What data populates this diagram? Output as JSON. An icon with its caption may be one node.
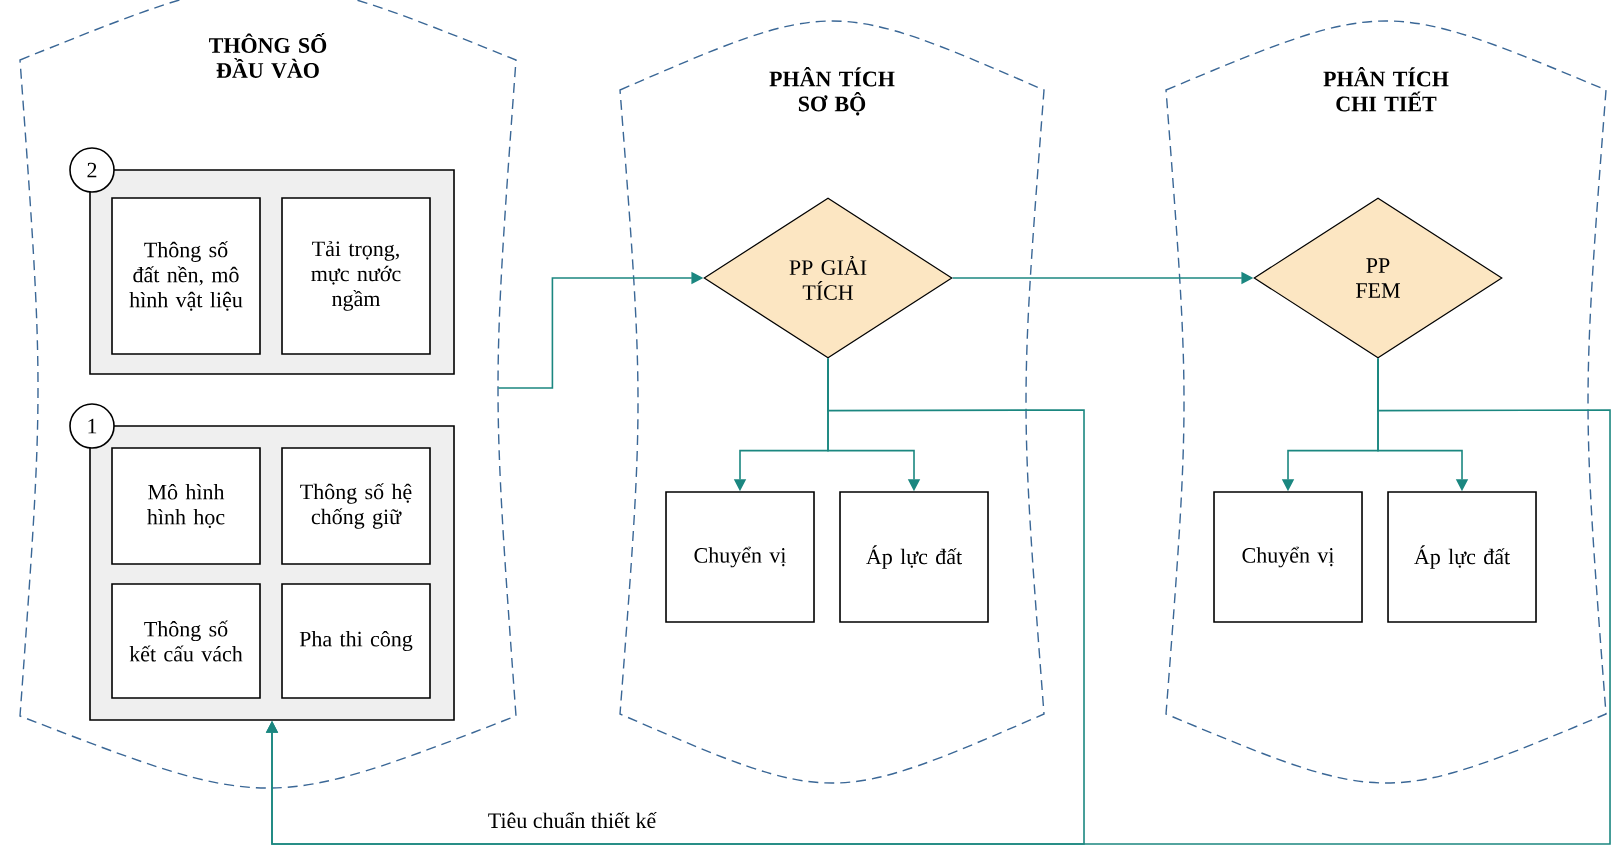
{
  "diagram": {
    "nodes": [
      {
        "text": [
          "THÔNG SỐ ĐẦU VÀO"
        ]
      },
      {
        "text": [
          "2"
        ],
        "in": 0
      },
      {
        "text": [],
        "shape": "box",
        "in": 0
      },
      {
        "text": [
          "Thông số đất nền, mô hình vật liệu"
        ],
        "in": 2
      },
      {
        "text": [
          "Tải trọng, mực nước ngầm"
        ],
        "in": 2
      },
      {
        "text": [
          "1"
        ],
        "in": 0
      },
      {
        "text": [],
        "shape": "box",
        "in": 0
      },
      {
        "text": [
          "Mô hình hình học"
        ],
        "in": 6
      },
      {
        "text": [
          "Thông số hệ chống giữ"
        ],
        "in": 6
      },
      {
        "text": [
          "Thông số kết cấu vách"
        ],
        "in": 6
      },
      {
        "text": [
          "Pha thi công"
        ],
        "in": 6
      },
      {
        "text": [
          "PHÂN TÍCH SƠ BỘ"
        ]
      },
      {
        "text": [
          "PP GIẢI TÍCH"
        ],
        "in": 11
      },
      {
        "text": [
          "Chuyển vị"
        ],
        "in": 11
      },
      {
        "text": [
          "Áp lực đất"
        ],
        "in": 11
      },
      {
        "text": [
          "PHÂN TÍCH CHI TIẾT"
        ]
      },
      {
        "text": [
          "PP FEM"
        ],
        "in": 15
      },
      {
        "text": [
          "Chuyển vị"
        ],
        "in": 15
      },
      {
        "text": [
          "Áp lực đất"
        ],
        "in": 15
      }
    ],
    "edges": [
      {
        "from": 0,
        "to": 12,
        "arrow": "to"
      },
      {
        "from": 12,
        "to": 16,
        "arrow": "to"
      },
      {
        "from": 12,
        "to": 13,
        "arrow": "to"
      },
      {
        "from": 12,
        "to": 14,
        "arrow": "to"
      },
      {
        "from": 16,
        "to": 17,
        "arrow": "to"
      },
      {
        "from": 16,
        "to": 18,
        "arrow": "to"
      },
      {
        "from": 12,
        "to": 6,
        "arrow": "to",
        "label": "Tiêu chuẩn thiết kế"
      },
      {
        "from": 16,
        "to": 6,
        "arrow": "to"
      }
    ]
  }
}
